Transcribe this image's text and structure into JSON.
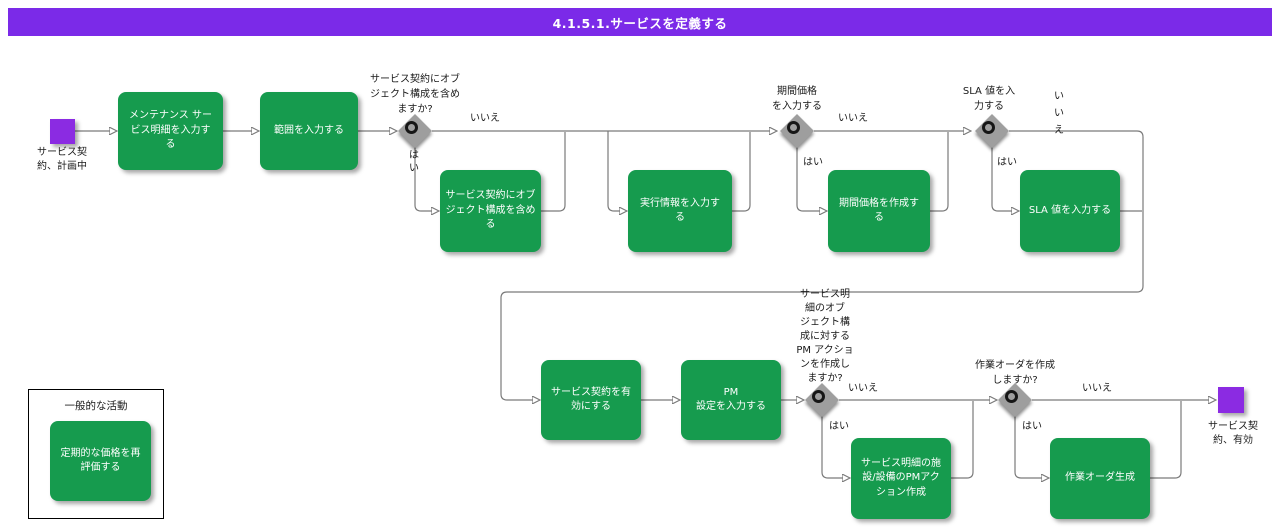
{
  "title": "4.1.5.1.サービスを定義する",
  "events": {
    "start": "サービス契\n約、計画中",
    "end": "サービス契\n約、有効"
  },
  "tasks": {
    "t1": "メンテナンス サー\nビス明細を入力す\nる",
    "t2": "範囲を入力する",
    "t3": "サービス契約にオブ\nジェクト構成を含め\nる",
    "t4": "実行情報を入力す\nる",
    "t5": "期間価格を作成す\nる",
    "t6": "SLA 値を入力する",
    "t7": "サービス契約を有\n効にする",
    "t8": "PM\n設定を入力する",
    "t9": "サービス明細の施\n設/設備のPMアク\nション作成",
    "t10": "作業オーダ生成"
  },
  "decisions": {
    "d1": {
      "question": "サービス契約にオブ\nジェクト構成を含め\nますか?",
      "yes": "は\nい",
      "no": "いいえ"
    },
    "d2": {
      "question": "期間価格\nを入力する",
      "yes": "はい",
      "no": "いいえ"
    },
    "d3": {
      "question": "SLA 値を入\n力する",
      "yes": "はい",
      "no": "い\nい\nえ"
    },
    "d4": {
      "question": "サービス明\n細のオブ\nジェクト構\n成に対する\nPM アクショ\nンを作成し\nますか?",
      "yes": "はい",
      "no": "いいえ"
    },
    "d5": {
      "question": "作業オーダを作成\nしますか?",
      "yes": "はい",
      "no": "いいえ"
    }
  },
  "legend": {
    "title": "一般的な活動",
    "task": "定期的な価格を再\n評価する"
  },
  "colors": {
    "banner_purple": "#7b2ae8",
    "event_purple": "#8b2be2",
    "task_green": "#169b4e",
    "line_gray": "#7a7a7a",
    "diamond_gray": "#9e9e9e"
  }
}
